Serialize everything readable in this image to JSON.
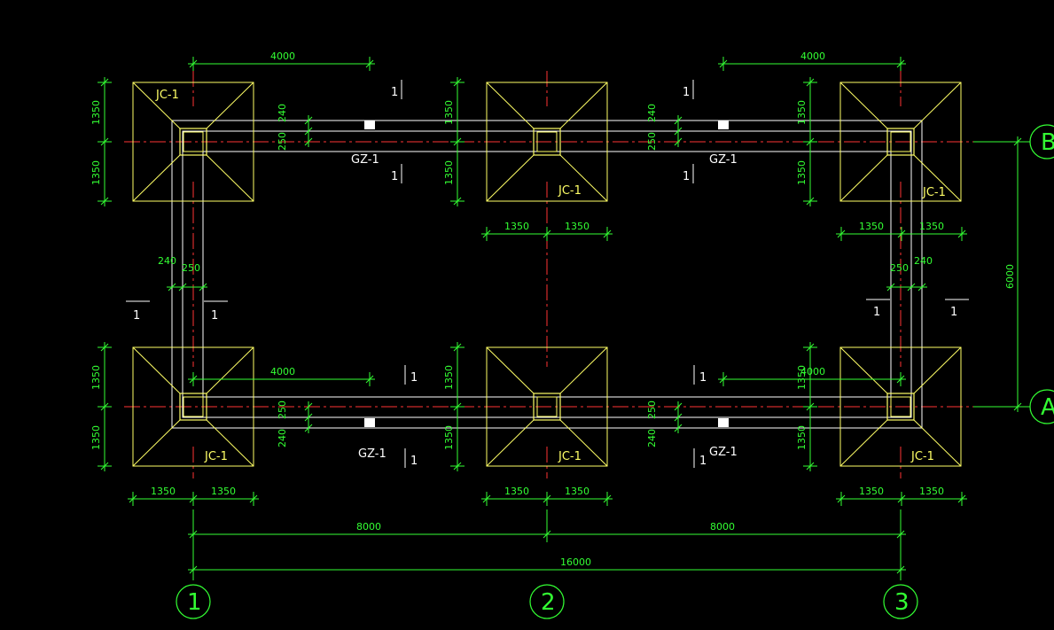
{
  "drawing": {
    "footing_label": "JC-1",
    "beam_label": "GZ-1",
    "section_mark": "1",
    "dims": {
      "d4000": "4000",
      "d1350": "1350",
      "d240": "240",
      "d250": "250",
      "d6000": "6000",
      "d8000": "8000",
      "d16000": "16000"
    },
    "axes": {
      "grid_1": "1",
      "grid_2": "2",
      "grid_3": "3",
      "grid_A": "A",
      "grid_B": "B"
    }
  },
  "colors": {
    "background": "#000000",
    "footing": "#ffff66",
    "beam": "#ffffff",
    "dimension": "#33ff33",
    "centerline": "#ff3333"
  }
}
